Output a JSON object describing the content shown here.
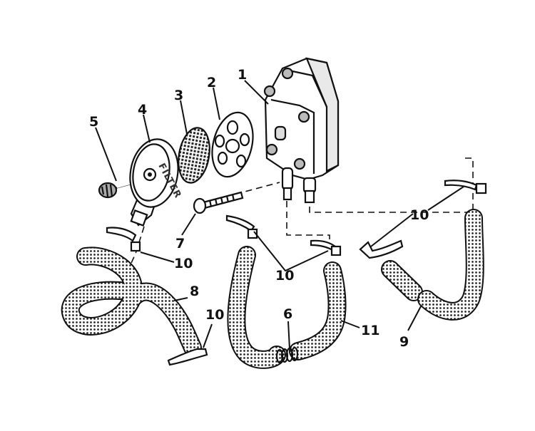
{
  "diagram": {
    "callouts": [
      {
        "id": "1",
        "text": "1"
      },
      {
        "id": "2",
        "text": "2"
      },
      {
        "id": "3",
        "text": "3"
      },
      {
        "id": "4",
        "text": "4"
      },
      {
        "id": "5",
        "text": "5"
      },
      {
        "id": "6",
        "text": "6"
      },
      {
        "id": "7",
        "text": "7"
      },
      {
        "id": "8",
        "text": "8"
      },
      {
        "id": "9",
        "text": "9"
      },
      {
        "id": "10a",
        "text": "10"
      },
      {
        "id": "10b",
        "text": "10"
      },
      {
        "id": "10c",
        "text": "10"
      },
      {
        "id": "10d",
        "text": "10"
      },
      {
        "id": "11",
        "text": "11"
      }
    ],
    "filter_cover_text": "FILTER"
  }
}
